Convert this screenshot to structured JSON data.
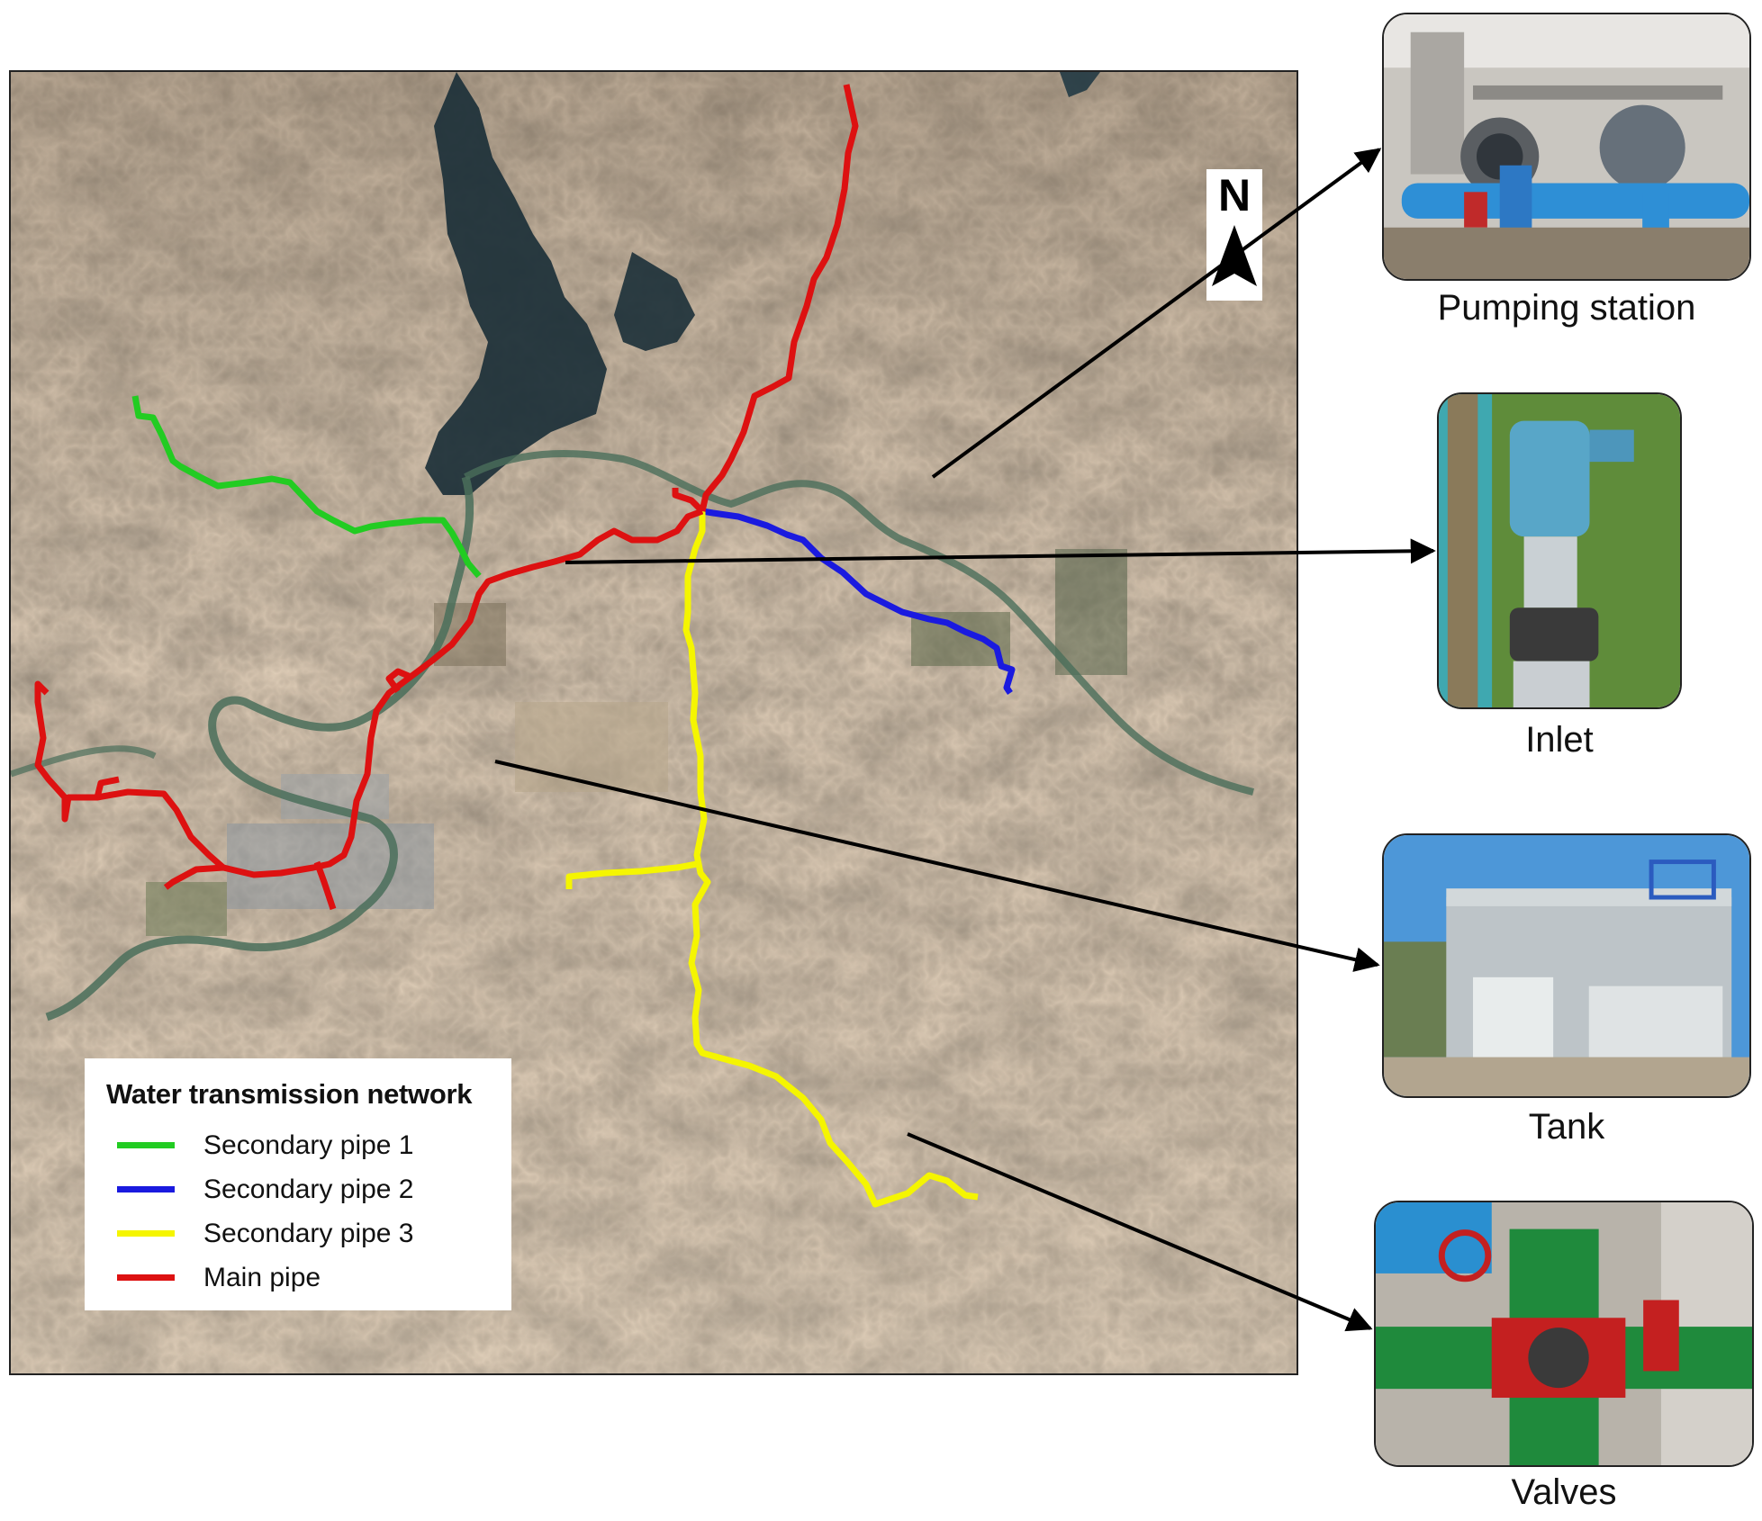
{
  "map": {
    "north_label": "N",
    "colors": {
      "secondary_pipe_1": "#22cc22",
      "secondary_pipe_2": "#1a1adf",
      "secondary_pipe_3": "#f5f500",
      "main_pipe": "#dd1111",
      "river": "#4a6e5a",
      "reservoir": "#1c3038"
    }
  },
  "legend": {
    "title": "Water transmission network",
    "items": [
      {
        "label": "Secondary pipe 1",
        "color": "#22cc22"
      },
      {
        "label": "Secondary pipe 2",
        "color": "#1a1adf"
      },
      {
        "label": "Secondary pipe 3",
        "color": "#f5f500"
      },
      {
        "label": "Main pipe",
        "color": "#dd1111"
      }
    ]
  },
  "photos": [
    {
      "caption": "Pumping station",
      "icon": "pump-photo"
    },
    {
      "caption": "Inlet",
      "icon": "inlet-photo"
    },
    {
      "caption": "Tank",
      "icon": "tank-photo"
    },
    {
      "caption": "Valves",
      "icon": "valve-photo"
    }
  ]
}
